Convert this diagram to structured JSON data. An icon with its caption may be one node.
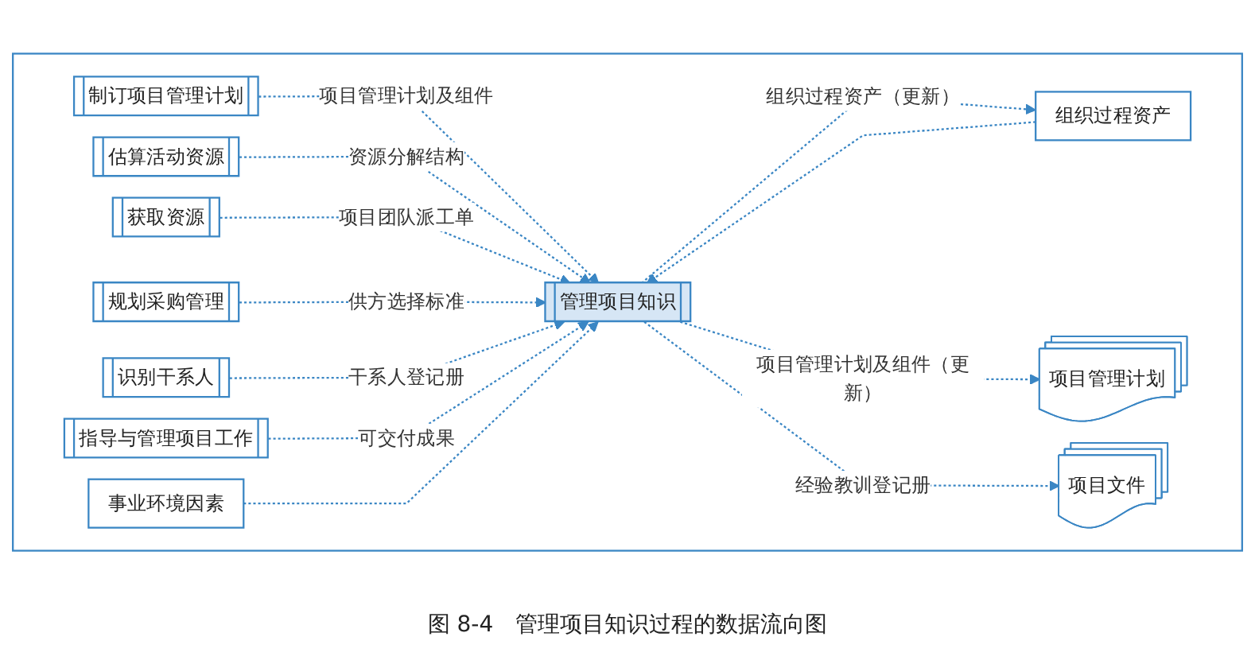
{
  "diagram": {
    "caption": "图 8-4　管理项目知识过程的数据流向图",
    "nodes": [
      {
        "text": [],
        "shape": "box"
      },
      {
        "text": [
          "制订项目管理计划"
        ],
        "in": 0
      },
      {
        "text": [
          "估算活动资源"
        ],
        "in": 0
      },
      {
        "text": [
          "获取资源"
        ],
        "in": 0
      },
      {
        "text": [
          "规划采购管理"
        ],
        "in": 0
      },
      {
        "text": [
          "识别干系人"
        ],
        "in": 0
      },
      {
        "text": [
          "指导与管理项目工作"
        ],
        "in": 0
      },
      {
        "text": [
          "组织过程资产"
        ],
        "in": 0
      },
      {
        "text": [
          "管理项目知识"
        ],
        "in": 0
      },
      {
        "text": [
          "事业环境因素"
        ],
        "in": 0
      },
      {
        "text": [
          "项目管理计划"
        ],
        "in": 0
      },
      {
        "text": [
          "项目文件"
        ],
        "in": 0
      }
    ],
    "edges": [
      {
        "from": 1,
        "to": 8,
        "arrow": "to",
        "label": "项目管理计划及组件",
        "style": "dashed"
      },
      {
        "from": 2,
        "to": 8,
        "arrow": "to",
        "label": "资源分解结构",
        "style": "dashed"
      },
      {
        "from": 3,
        "to": 8,
        "arrow": "to",
        "label": "项目团队派工单",
        "style": "dashed"
      },
      {
        "from": 4,
        "to": 8,
        "arrow": "to",
        "label": "供方选择标准",
        "style": "dashed"
      },
      {
        "from": 5,
        "to": 8,
        "arrow": "to",
        "label": "干系人登记册",
        "style": "dashed"
      },
      {
        "from": 6,
        "to": 8,
        "arrow": "to",
        "label": "可交付成果",
        "style": "dashed"
      },
      {
        "from": 7,
        "to": 8,
        "arrow": "to",
        "style": "dashed"
      },
      {
        "from": 8,
        "to": 7,
        "arrow": "to",
        "label": "组织过程资产（更新）",
        "style": "dashed"
      },
      {
        "from": 8,
        "to": 10,
        "arrow": "to",
        "label": "项目管理计划及组件（更新）",
        "style": "dashed"
      },
      {
        "from": 8,
        "to": 11,
        "arrow": "to",
        "label": "经验教训登记册",
        "style": "dashed"
      },
      {
        "from": 9,
        "to": 8,
        "arrow": "to",
        "style": "dashed"
      }
    ]
  }
}
